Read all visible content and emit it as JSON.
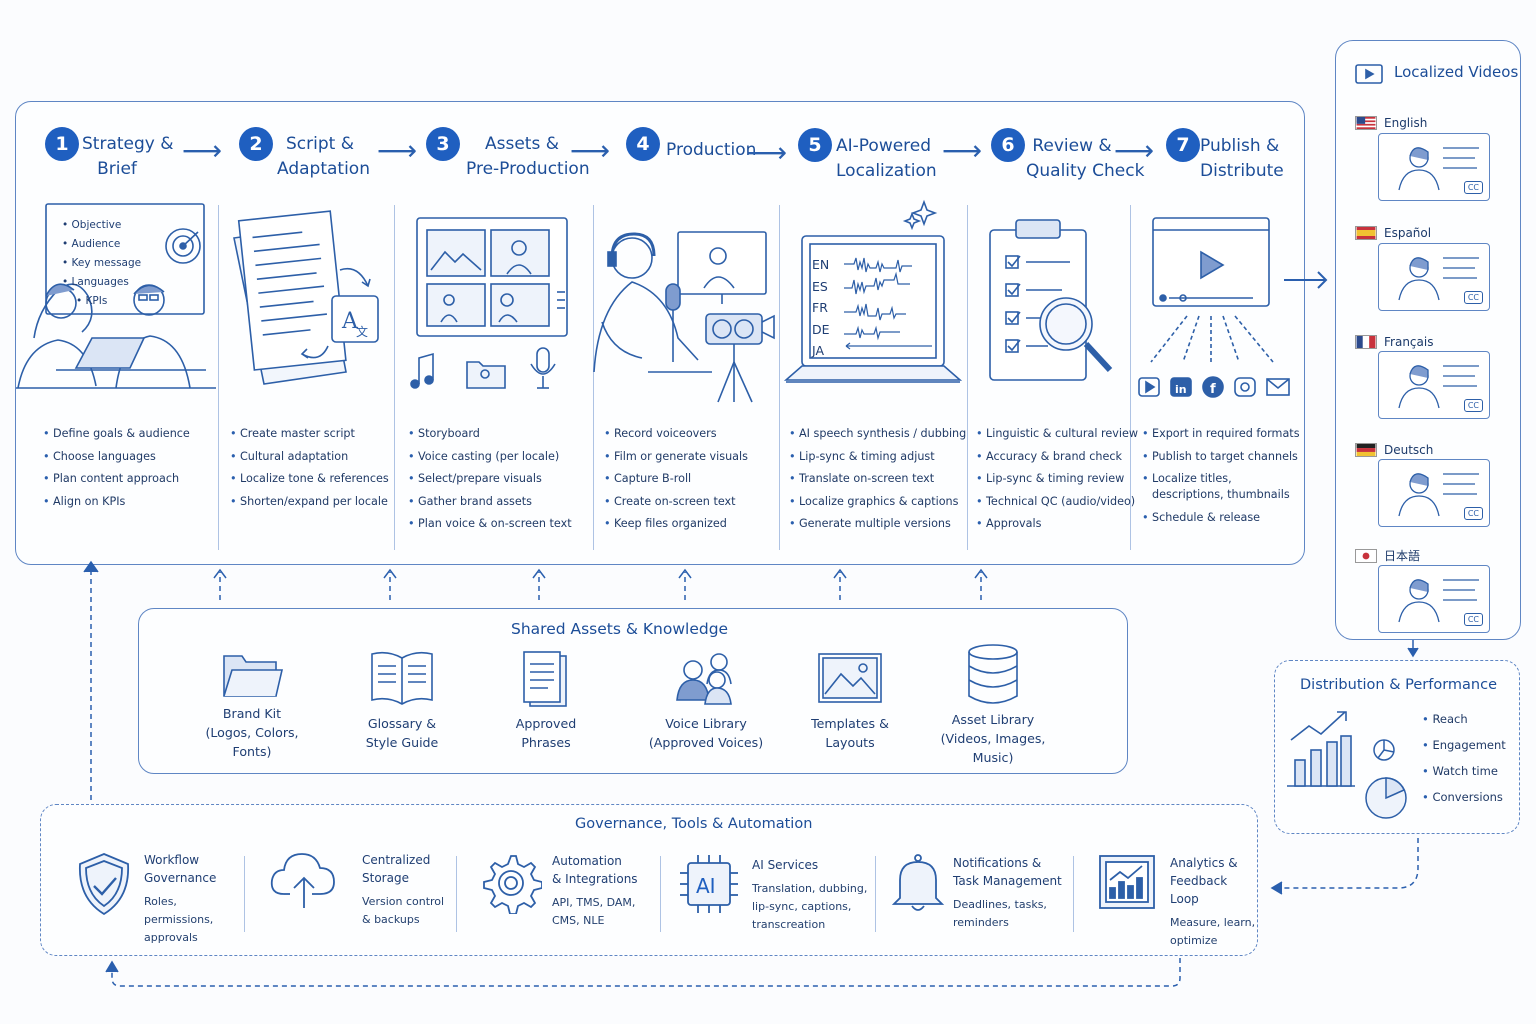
{
  "stages": [
    {
      "num": "1",
      "title": "Strategy &\nBrief",
      "bullets": [
        "Define goals & audience",
        "Choose languages",
        "Plan content approach",
        "Align on KPIs"
      ]
    },
    {
      "num": "2",
      "title": "Script &\nAdaptation",
      "bullets": [
        "Create master script",
        "Cultural adaptation",
        "Localize tone & references",
        "Shorten/expand per locale"
      ]
    },
    {
      "num": "3",
      "title": "Assets &\nPre-Production",
      "bullets": [
        "Storyboard",
        "Voice casting (per locale)",
        "Select/prepare visuals",
        "Gather brand assets",
        "Plan voice & on-screen text"
      ]
    },
    {
      "num": "4",
      "title": "Production",
      "bullets": [
        "Record voiceovers",
        "Film or generate visuals",
        "Capture B-roll",
        "Create on-screen text",
        "Keep files organized"
      ]
    },
    {
      "num": "5",
      "title": "AI-Powered\nLocalization",
      "bullets": [
        "AI speech synthesis / dubbing",
        "Lip-sync & timing adjust",
        "Translate on-screen text",
        "Localize graphics & captions",
        "Generate multiple versions"
      ]
    },
    {
      "num": "6",
      "title": "Review &\nQuality Check",
      "bullets": [
        "Linguistic & cultural review",
        "Accuracy & brand check",
        "Lip-sync & timing review",
        "Technical QC (audio/video)",
        "Approvals"
      ]
    },
    {
      "num": "7",
      "title": "Publish &\nDistribute",
      "bullets": [
        "Export in required formats",
        "Publish to target channels",
        "Localize titles, descriptions, thumbnails",
        "Schedule & release"
      ]
    }
  ],
  "brief_board": {
    "items": [
      "Objective",
      "Audience",
      "Key message",
      "Languages",
      "KPIs"
    ]
  },
  "localization_screen": {
    "codes": [
      "EN",
      "ES",
      "FR",
      "DE",
      "JA"
    ]
  },
  "shared_assets": {
    "title": "Shared Assets & Knowledge",
    "items": [
      {
        "label": "Brand Kit\n(Logos, Colors,\nFonts)",
        "icon": "folder-icon"
      },
      {
        "label": "Glossary &\nStyle Guide",
        "icon": "open-book-icon"
      },
      {
        "label": "Approved\nPhrases",
        "icon": "document-icon"
      },
      {
        "label": "Voice Library\n(Approved Voices)",
        "icon": "people-icon"
      },
      {
        "label": "Templates &\nLayouts",
        "icon": "image-template-icon"
      },
      {
        "label": "Asset Library\n(Videos, Images,\nMusic)",
        "icon": "database-icon"
      }
    ]
  },
  "governance": {
    "title": "Governance, Tools & Automation",
    "items": [
      {
        "name": "Workflow\nGovernance",
        "desc": "Roles, permissions,\napprovals",
        "icon": "shield-check-icon"
      },
      {
        "name": "Centralized\nStorage",
        "desc": "Version control\n& backups",
        "icon": "cloud-upload-icon"
      },
      {
        "name": "Automation\n& Integrations",
        "desc": "API, TMS, DAM,\nCMS, NLE",
        "icon": "gear-icon"
      },
      {
        "name": "AI Services",
        "desc": "Translation, dubbing,\nlip-sync, captions,\ntranscreation",
        "icon": "ai-chip-icon"
      },
      {
        "name": "Notifications &\nTask Management",
        "desc": "Deadlines, tasks,\nreminders",
        "icon": "bell-icon"
      },
      {
        "name": "Analytics &\nFeedback Loop",
        "desc": "Measure, learn,\noptimize",
        "icon": "analytics-chart-icon"
      }
    ]
  },
  "localized_videos": {
    "title": "Localized Videos",
    "languages": [
      {
        "name": "English",
        "flag": "us"
      },
      {
        "name": "Español",
        "flag": "es"
      },
      {
        "name": "Français",
        "flag": "fr"
      },
      {
        "name": "Deutsch",
        "flag": "de"
      },
      {
        "name": "日本語",
        "flag": "jp"
      }
    ],
    "cc_label": "CC"
  },
  "distribution": {
    "title": "Distribution & Performance",
    "metrics": [
      "Reach",
      "Engagement",
      "Watch time",
      "Conversions"
    ]
  },
  "colors": {
    "accent": "#1f5fc0",
    "line": "#5f86c4",
    "text": "#1f3e73"
  }
}
